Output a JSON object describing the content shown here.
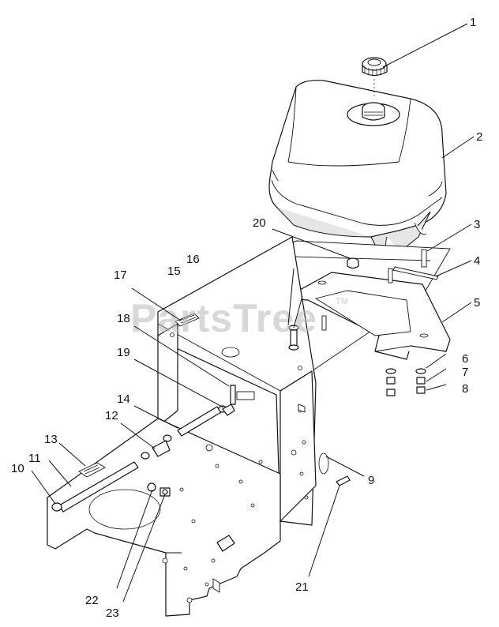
{
  "watermark": {
    "text": "PartsTree",
    "tm": "TM"
  },
  "callouts": [
    {
      "n": "1"
    },
    {
      "n": "2"
    },
    {
      "n": "3"
    },
    {
      "n": "4"
    },
    {
      "n": "5"
    },
    {
      "n": "6"
    },
    {
      "n": "7"
    },
    {
      "n": "8"
    },
    {
      "n": "9"
    },
    {
      "n": "10"
    },
    {
      "n": "11"
    },
    {
      "n": "12"
    },
    {
      "n": "13"
    },
    {
      "n": "14"
    },
    {
      "n": "15"
    },
    {
      "n": "16"
    },
    {
      "n": "17"
    },
    {
      "n": "18"
    },
    {
      "n": "19"
    },
    {
      "n": "20"
    },
    {
      "n": "21"
    },
    {
      "n": "22"
    },
    {
      "n": "23"
    }
  ]
}
